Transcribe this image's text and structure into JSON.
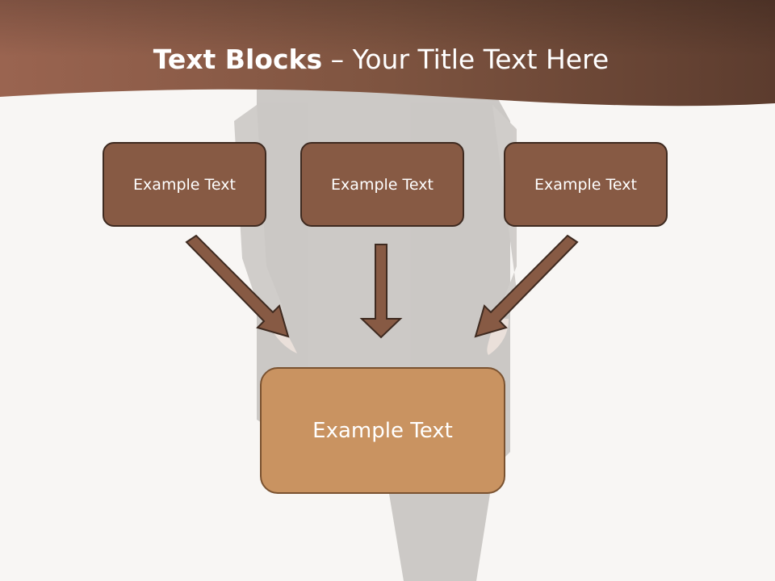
{
  "title": {
    "bold": "Text Blocks",
    "separator": " – ",
    "rest": "Your Title Text Here"
  },
  "blocks": [
    {
      "label": "Example Text"
    },
    {
      "label": "Example Text"
    },
    {
      "label": "Example Text"
    }
  ],
  "main_block": {
    "label": "Example Text"
  },
  "colors": {
    "header_dark": "#5a3a2c",
    "header_light": "#9a6a50",
    "block_fill": "#875a44",
    "main_block_fill": "#c99361",
    "outline": "#3e2a20",
    "background": "#f8f6f4"
  }
}
